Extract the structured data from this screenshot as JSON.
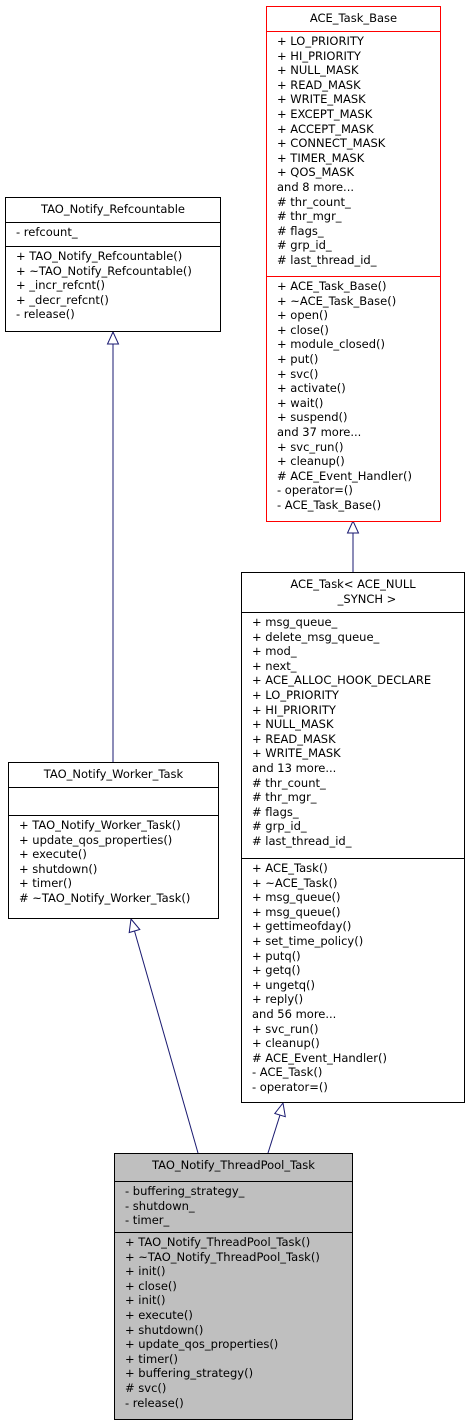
{
  "classes": {
    "ace_task_base": {
      "name": "ACE_Task_Base",
      "attributes": [
        "+ LO_PRIORITY",
        "+ HI_PRIORITY",
        "+ NULL_MASK",
        "+ READ_MASK",
        "+ WRITE_MASK",
        "+ EXCEPT_MASK",
        "+ ACCEPT_MASK",
        "+ CONNECT_MASK",
        "+ TIMER_MASK",
        "+ QOS_MASK",
        "and 8 more...",
        "# thr_count_",
        "# thr_mgr_",
        "# flags_",
        "# grp_id_",
        "# last_thread_id_"
      ],
      "operations": [
        "+ ACE_Task_Base()",
        "+ ~ACE_Task_Base()",
        "+ open()",
        "+ close()",
        "+ module_closed()",
        "+ put()",
        "+ svc()",
        "+ activate()",
        "+ wait()",
        "+ suspend()",
        "and 37 more...",
        "+ svc_run()",
        "+ cleanup()",
        "# ACE_Event_Handler()",
        "- operator=()",
        "- ACE_Task_Base()"
      ]
    },
    "tao_notify_refcountable": {
      "name": "TAO_Notify_Refcountable",
      "attributes": [
        "- refcount_"
      ],
      "operations": [
        "+ TAO_Notify_Refcountable()",
        "+ ~TAO_Notify_Refcountable()",
        "+ _incr_refcnt()",
        "+ _decr_refcnt()",
        "- release()"
      ]
    },
    "ace_task": {
      "name_line1": "ACE_Task< ACE_NULL",
      "name_line2": "_SYNCH >",
      "attributes": [
        "+ msg_queue_",
        "+ delete_msg_queue_",
        "+ mod_",
        "+ next_",
        "+ ACE_ALLOC_HOOK_DECLARE",
        "+ LO_PRIORITY",
        "+ HI_PRIORITY",
        "+ NULL_MASK",
        "+ READ_MASK",
        "+ WRITE_MASK",
        "and 13 more...",
        "# thr_count_",
        "# thr_mgr_",
        "# flags_",
        "# grp_id_",
        "# last_thread_id_"
      ],
      "operations": [
        "+ ACE_Task()",
        "+ ~ACE_Task()",
        "+ msg_queue()",
        "+ msg_queue()",
        "+ gettimeofday()",
        "+ set_time_policy()",
        "+ putq()",
        "+ getq()",
        "+ ungetq()",
        "+ reply()",
        "and 56 more...",
        "+ svc_run()",
        "+ cleanup()",
        "# ACE_Event_Handler()",
        "- ACE_Task()",
        "- operator=()"
      ]
    },
    "tao_notify_worker_task": {
      "name": "TAO_Notify_Worker_Task",
      "attributes": [],
      "operations": [
        "+ TAO_Notify_Worker_Task()",
        "+ update_qos_properties()",
        "+ execute()",
        "+ shutdown()",
        "+ timer()",
        "# ~TAO_Notify_Worker_Task()"
      ]
    },
    "tao_notify_threadpool_task": {
      "name": "TAO_Notify_ThreadPool_Task",
      "attributes": [
        "- buffering_strategy_",
        "- shutdown_",
        "- timer_"
      ],
      "operations": [
        "+ TAO_Notify_ThreadPool_Task()",
        "+ ~TAO_Notify_ThreadPool_Task()",
        "+ init()",
        "+ close()",
        "+ init()",
        "+ execute()",
        "+ shutdown()",
        "+ update_qos_properties()",
        "+ timer()",
        "+ buffering_strategy()",
        "# svc()",
        "- release()"
      ]
    }
  },
  "colors": {
    "edge": "#191970",
    "highlight_border": "#ff0000",
    "focus_fill": "#bfbfbf"
  }
}
